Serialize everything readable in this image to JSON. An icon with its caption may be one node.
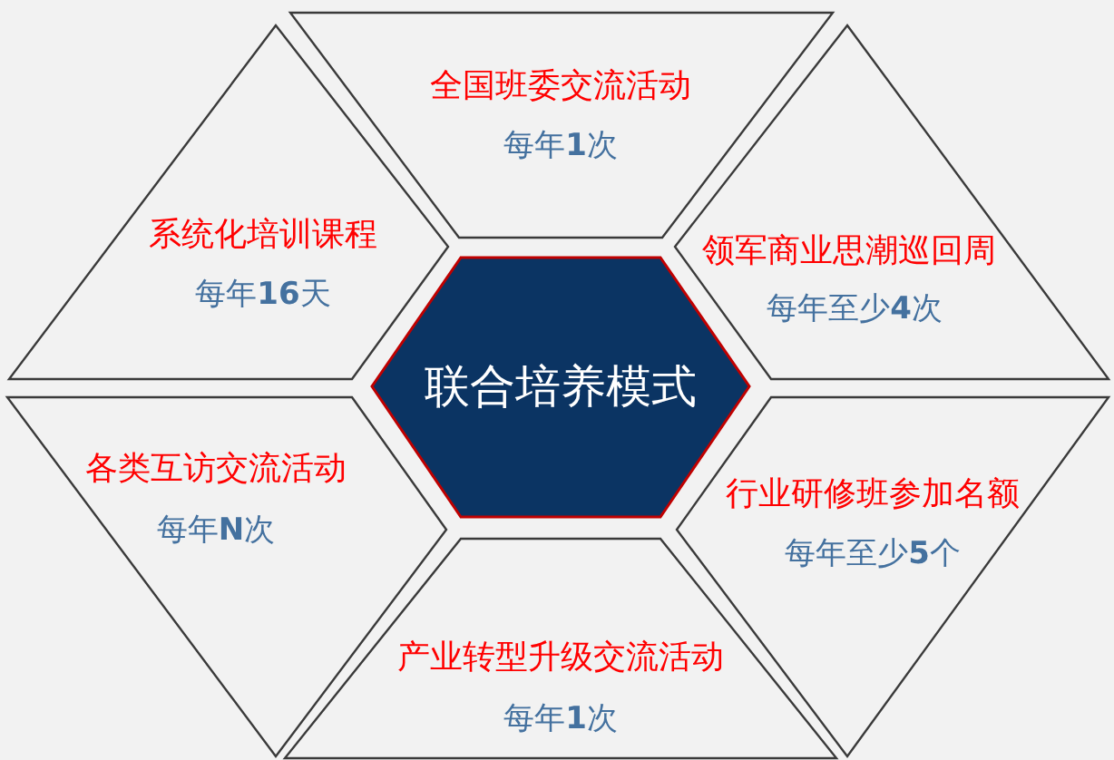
{
  "diagram": {
    "nodes": [
      {
        "text": [
          "全国班委交流活动",
          "每年**1**次"
        ]
      },
      {
        "text": [
          "系统化培训课程",
          "每年**16**天"
        ]
      },
      {
        "text": [
          "领军商业思潮巡回周",
          "每年至少**4**次"
        ]
      },
      {
        "text": [
          "联合培养模式"
        ]
      },
      {
        "text": [
          "各类互访交流活动",
          "每年**N**次"
        ]
      },
      {
        "text": [
          "行业研修班参加名额",
          "每年至少**5**个"
        ]
      },
      {
        "text": [
          "产业转型升级交流活动",
          "每年**1**次"
        ]
      }
    ]
  }
}
